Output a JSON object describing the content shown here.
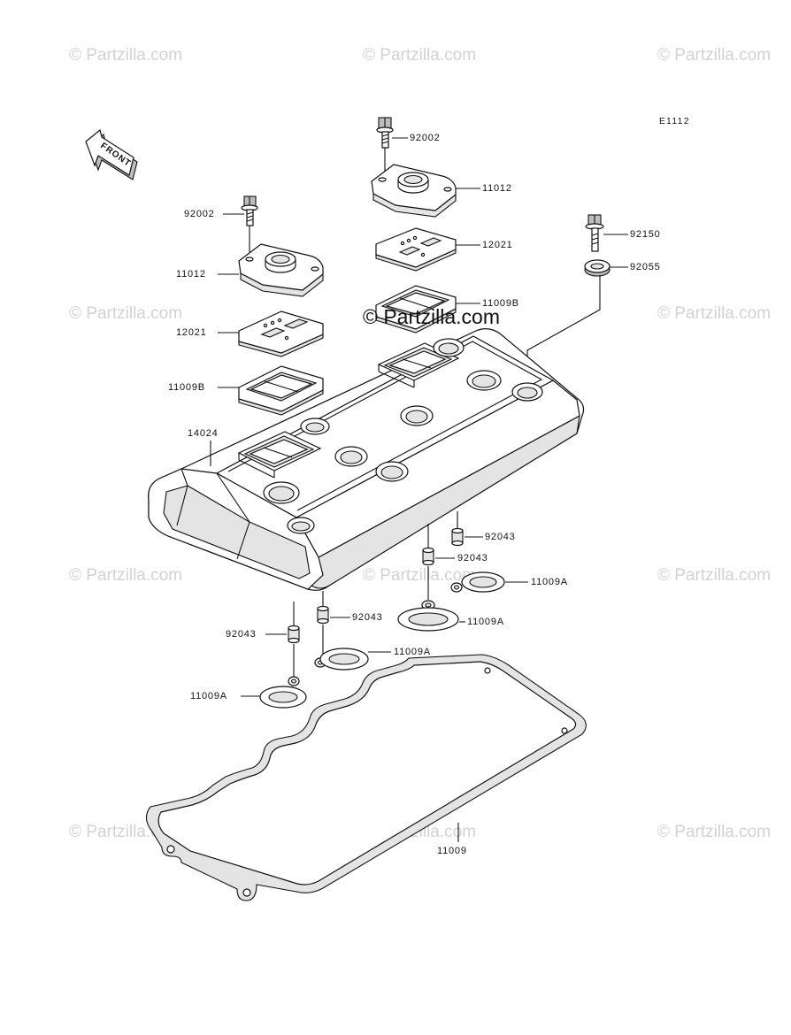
{
  "watermark": {
    "text": "© Partzilla.com",
    "center_text": "© Partzilla.com"
  },
  "diagram": {
    "ref_code": "E1112",
    "front_label": "FRONT",
    "callouts": [
      {
        "part": "92002"
      },
      {
        "part": "11012"
      },
      {
        "part": "12021"
      },
      {
        "part": "11009B"
      },
      {
        "part": "92150"
      },
      {
        "part": "92055"
      },
      {
        "part": "92002"
      },
      {
        "part": "11012"
      },
      {
        "part": "12021"
      },
      {
        "part": "11009B"
      },
      {
        "part": "14024"
      },
      {
        "part": "92043"
      },
      {
        "part": "92043"
      },
      {
        "part": "11009A"
      },
      {
        "part": "11009A"
      },
      {
        "part": "92043"
      },
      {
        "part": "11009A"
      },
      {
        "part": "92043"
      },
      {
        "part": "11009A"
      },
      {
        "part": "11009"
      }
    ]
  }
}
